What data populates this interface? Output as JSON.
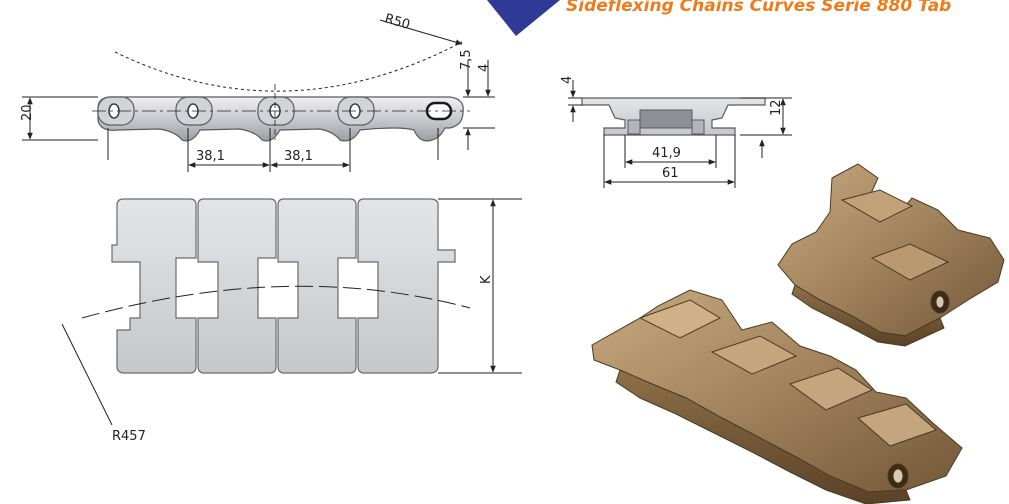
{
  "header": {
    "title": "Sideflexing Chains Curves Serie 880 Tab",
    "accent_color": "#f07b1a",
    "banner_color": "#2f3a97"
  },
  "dimensions": {
    "radius_top": "R50",
    "height": "20",
    "offset_a": "7,5",
    "offset_b": "4",
    "pitch_1": "38,1",
    "pitch_2": "38,1",
    "top_thickness": "4",
    "side_height": "12",
    "inner_width": "41,9",
    "outer_width": "61",
    "width_label": "K",
    "radius_curve": "R457"
  },
  "colors": {
    "drawing_fill": "#d4d5d9",
    "drawing_stroke": "#5a5a60",
    "chain_fill": "#a0825c",
    "chain_dark": "#6b5234",
    "chain_light": "#c4a67e"
  }
}
